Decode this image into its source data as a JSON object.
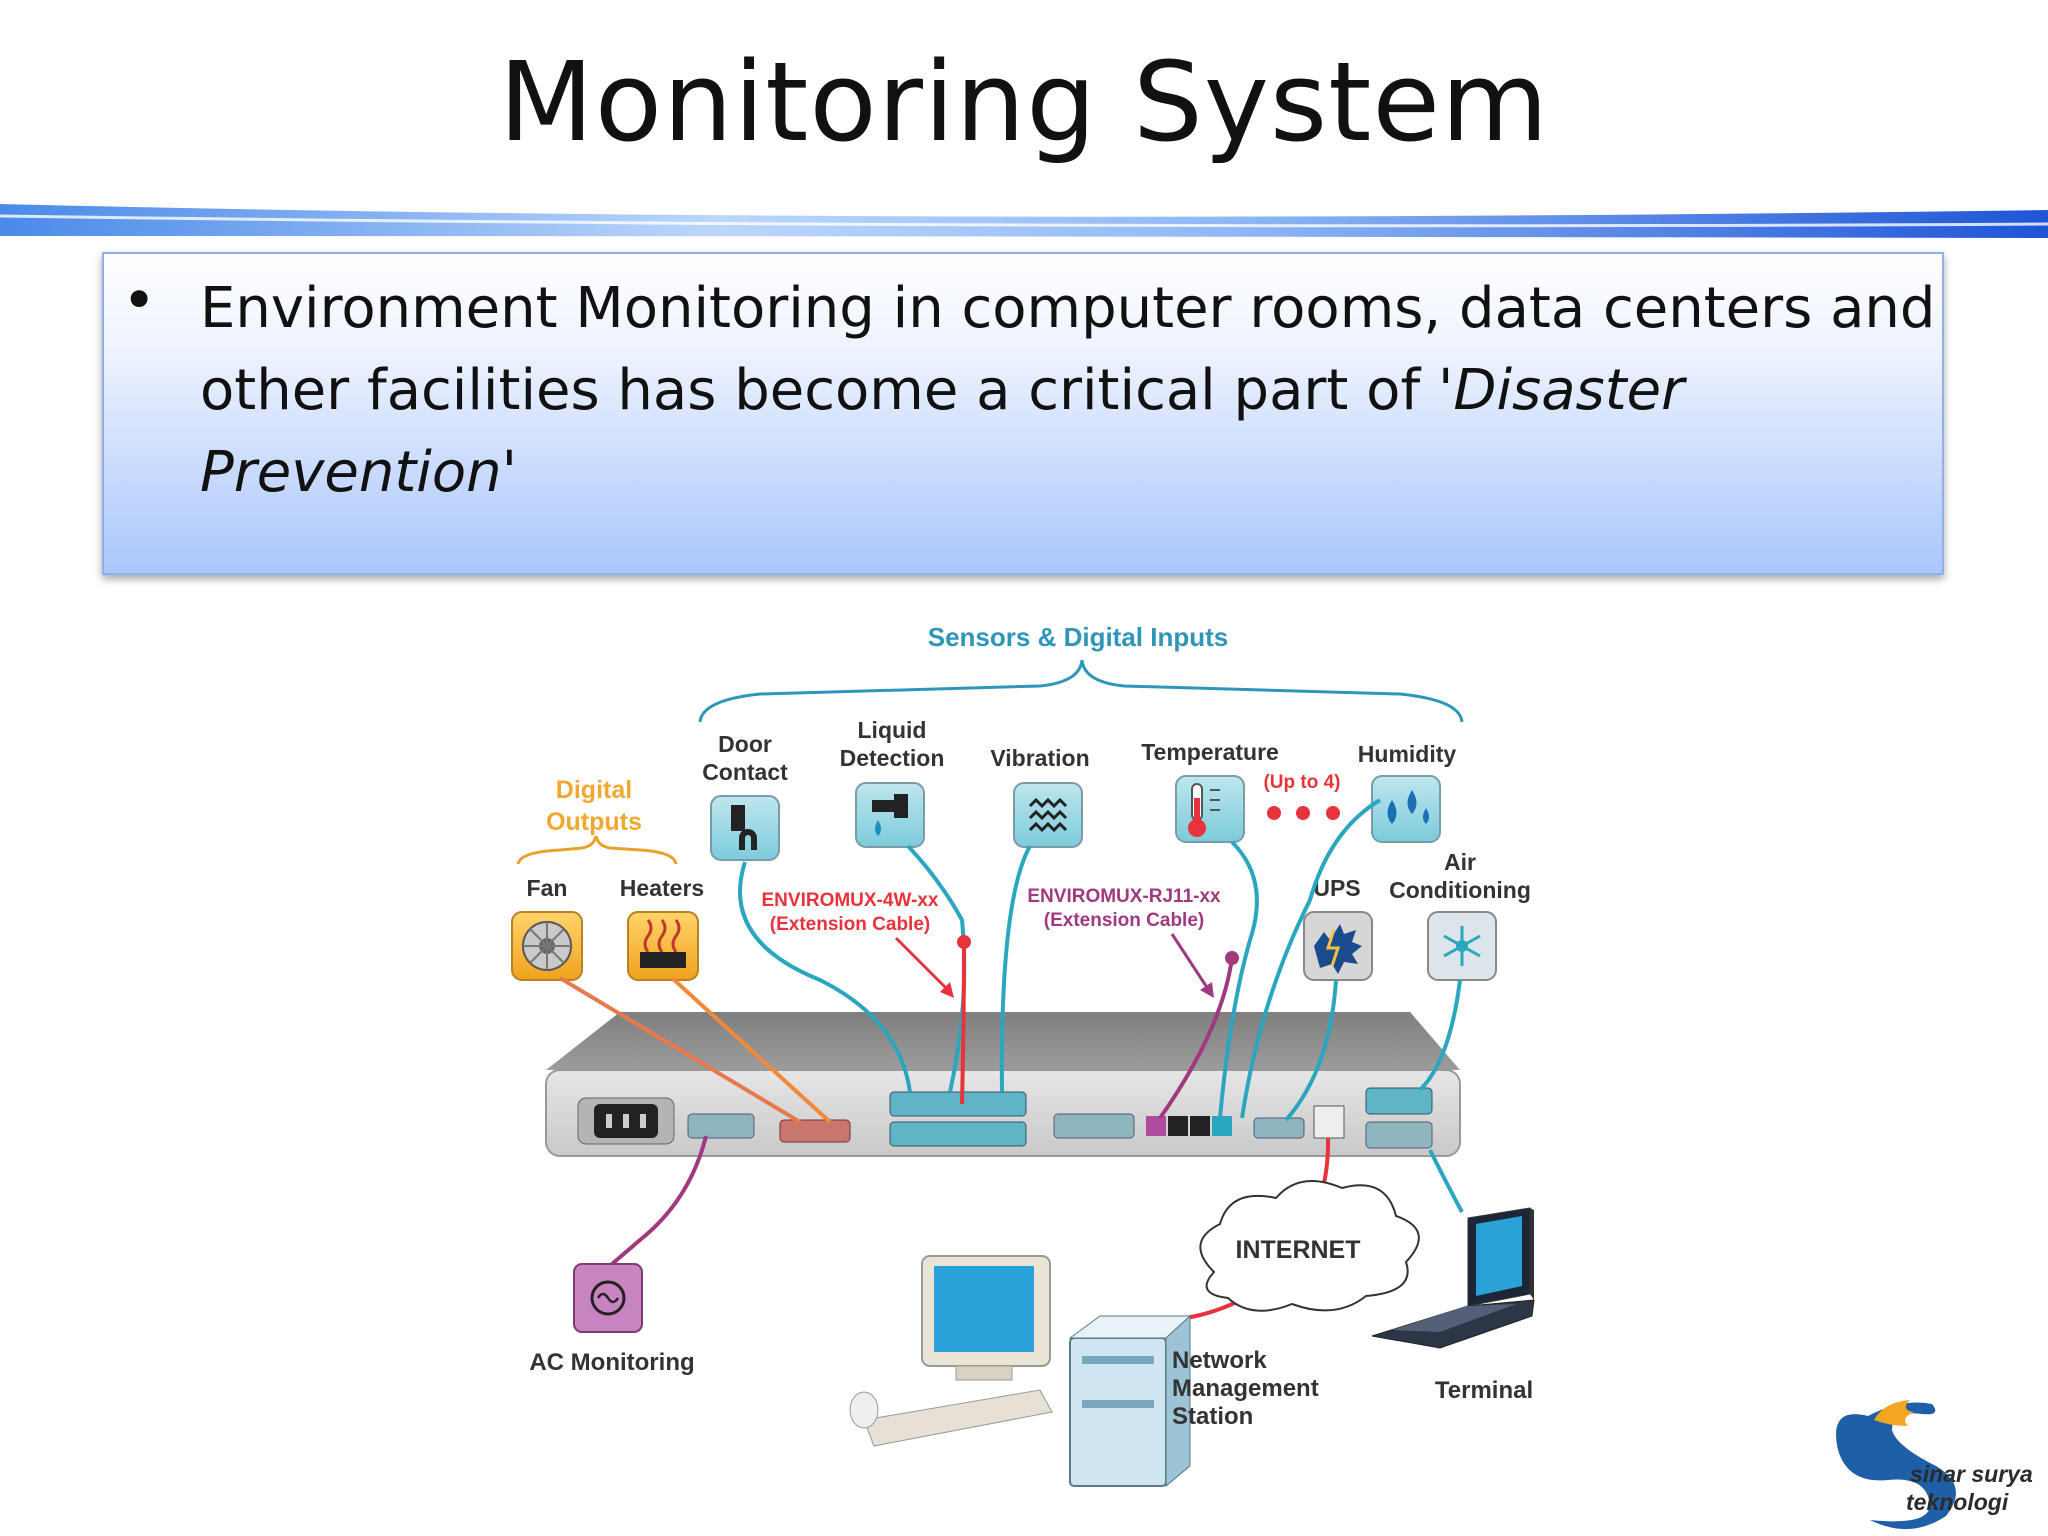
{
  "slide": {
    "title": "Monitoring System",
    "bullet": "•",
    "text_main": "Environment Monitoring in computer rooms, data centers and other facilities has become a critical part of ",
    "text_italic": "'Disaster Prevention'"
  },
  "diagram": {
    "sensors_header": "Sensors & Digital Inputs",
    "digital_outputs": "Digital Outputs",
    "door_contact": "Door Contact",
    "liquid_detection": "Liquid Detection",
    "vibration": "Vibration",
    "temperature": "Temperature",
    "humidity": "Humidity",
    "up_to": "(Up to 4)",
    "fan": "Fan",
    "heaters": "Heaters",
    "cable_4w": "ENVIROMUX-4W-xx",
    "cable_4w_sub": "(Extension Cable)",
    "cable_rj11": "ENVIROMUX-RJ11-xx",
    "cable_rj11_sub": "(Extension Cable)",
    "ups": "UPS",
    "air_conditioning": "Air Conditioning",
    "internet": "INTERNET",
    "ac_monitoring": "AC Monitoring",
    "nms": "Network Management Station",
    "terminal": "Terminal"
  },
  "logo": {
    "line1": "sinar surya",
    "line2": "teknologi"
  },
  "colors": {
    "sensor_blue": "#2ba6bf",
    "output_orange": "#f4a623",
    "red_cable": "#e8323c",
    "purple_cable": "#a0397f",
    "label_teal": "#2e96b8"
  }
}
